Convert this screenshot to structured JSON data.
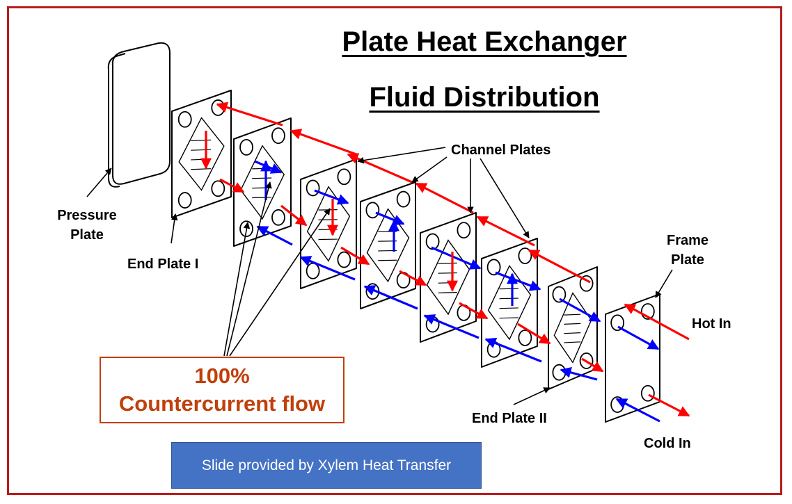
{
  "title_line1": "Plate Heat Exchanger",
  "title_line2": "Fluid Distribution",
  "labels": {
    "pressure_plate_line1": "Pressure",
    "pressure_plate_line2": "Plate",
    "end_plate_1": "End Plate I",
    "channel_plates": "Channel Plates",
    "frame_plate_line1": "Frame",
    "frame_plate_line2": "Plate",
    "hot_in": "Hot In",
    "cold_in": "Cold In",
    "end_plate_2": "End Plate II"
  },
  "callout": {
    "line1": "100%",
    "line2": "Countercurrent flow"
  },
  "credit": "Slide provided by Xylem Heat Transfer",
  "colors": {
    "border": "#b71c1c",
    "hot_fluid": "#ff0000",
    "cold_fluid": "#0000ff",
    "callout": "#c0400c",
    "credit_bg": "#4472c4"
  }
}
